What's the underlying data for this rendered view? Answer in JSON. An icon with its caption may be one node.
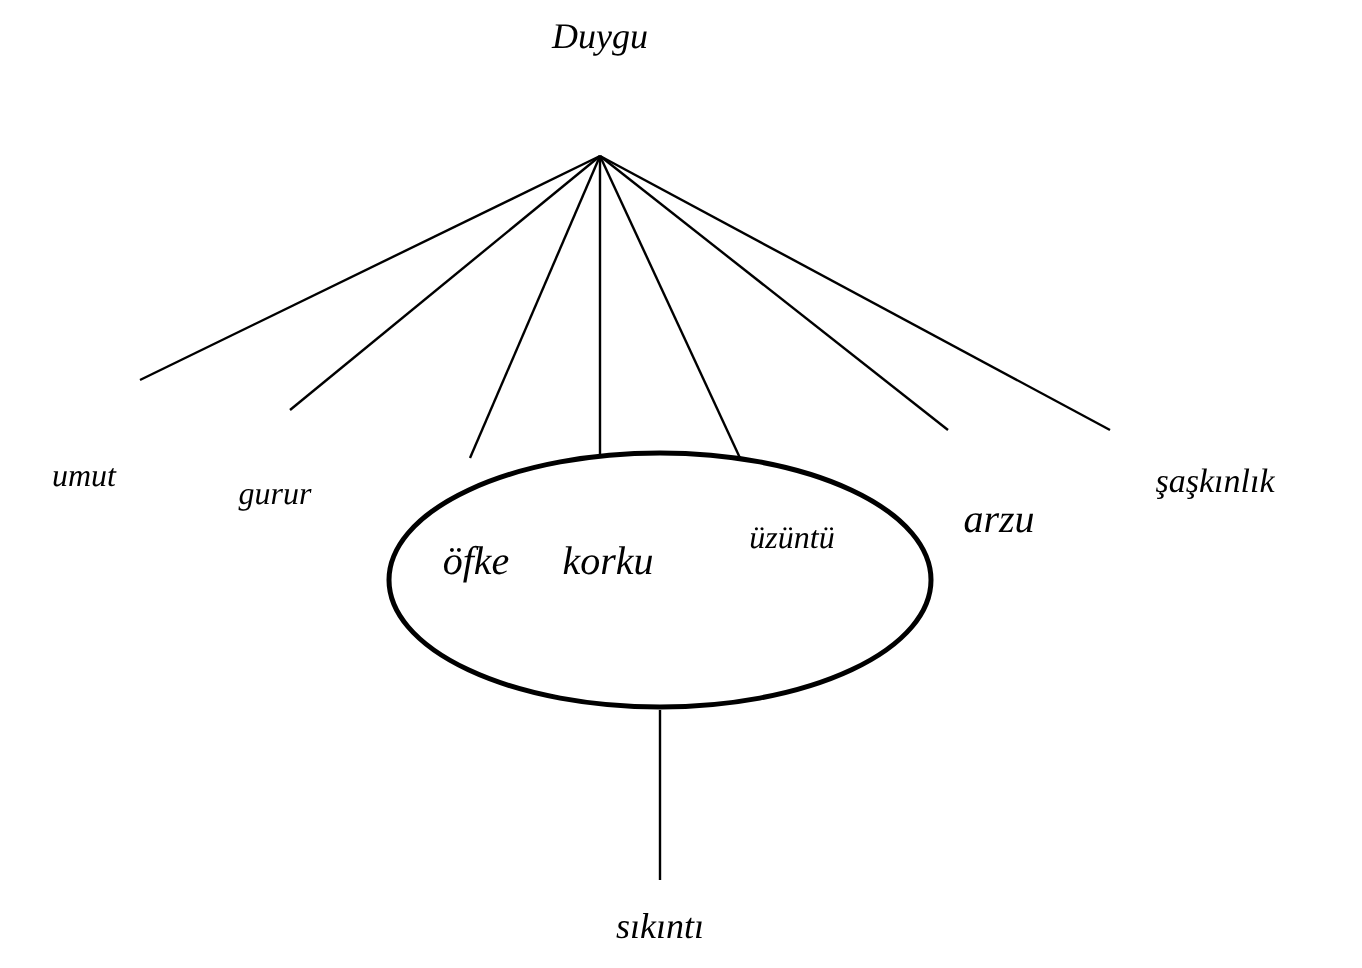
{
  "diagram": {
    "nodes": [
      {
        "text": [
          "Duygu"
        ]
      },
      {
        "text": [
          "umut"
        ]
      },
      {
        "text": [
          "gurur"
        ]
      },
      {
        "text": [],
        "shape": "ellipse"
      },
      {
        "text": [
          "öfke"
        ],
        "in": 3
      },
      {
        "text": [
          "korku"
        ],
        "in": 3
      },
      {
        "text": [
          "üzüntü"
        ],
        "in": 3
      },
      {
        "text": [
          "arzu"
        ]
      },
      {
        "text": [
          "şaşkınlık"
        ]
      },
      {
        "text": [
          "sıkıntı"
        ]
      }
    ],
    "edges": [
      {
        "from": 0,
        "to": 1,
        "arrow": "none"
      },
      {
        "from": 0,
        "to": 2,
        "arrow": "none"
      },
      {
        "from": 0,
        "to": 4,
        "arrow": "none"
      },
      {
        "from": 0,
        "to": 5,
        "arrow": "none"
      },
      {
        "from": 0,
        "to": 6,
        "arrow": "none"
      },
      {
        "from": 0,
        "to": 7,
        "arrow": "none"
      },
      {
        "from": 0,
        "to": 8,
        "arrow": "none"
      },
      {
        "from": 3,
        "to": 9,
        "arrow": "none"
      }
    ]
  }
}
